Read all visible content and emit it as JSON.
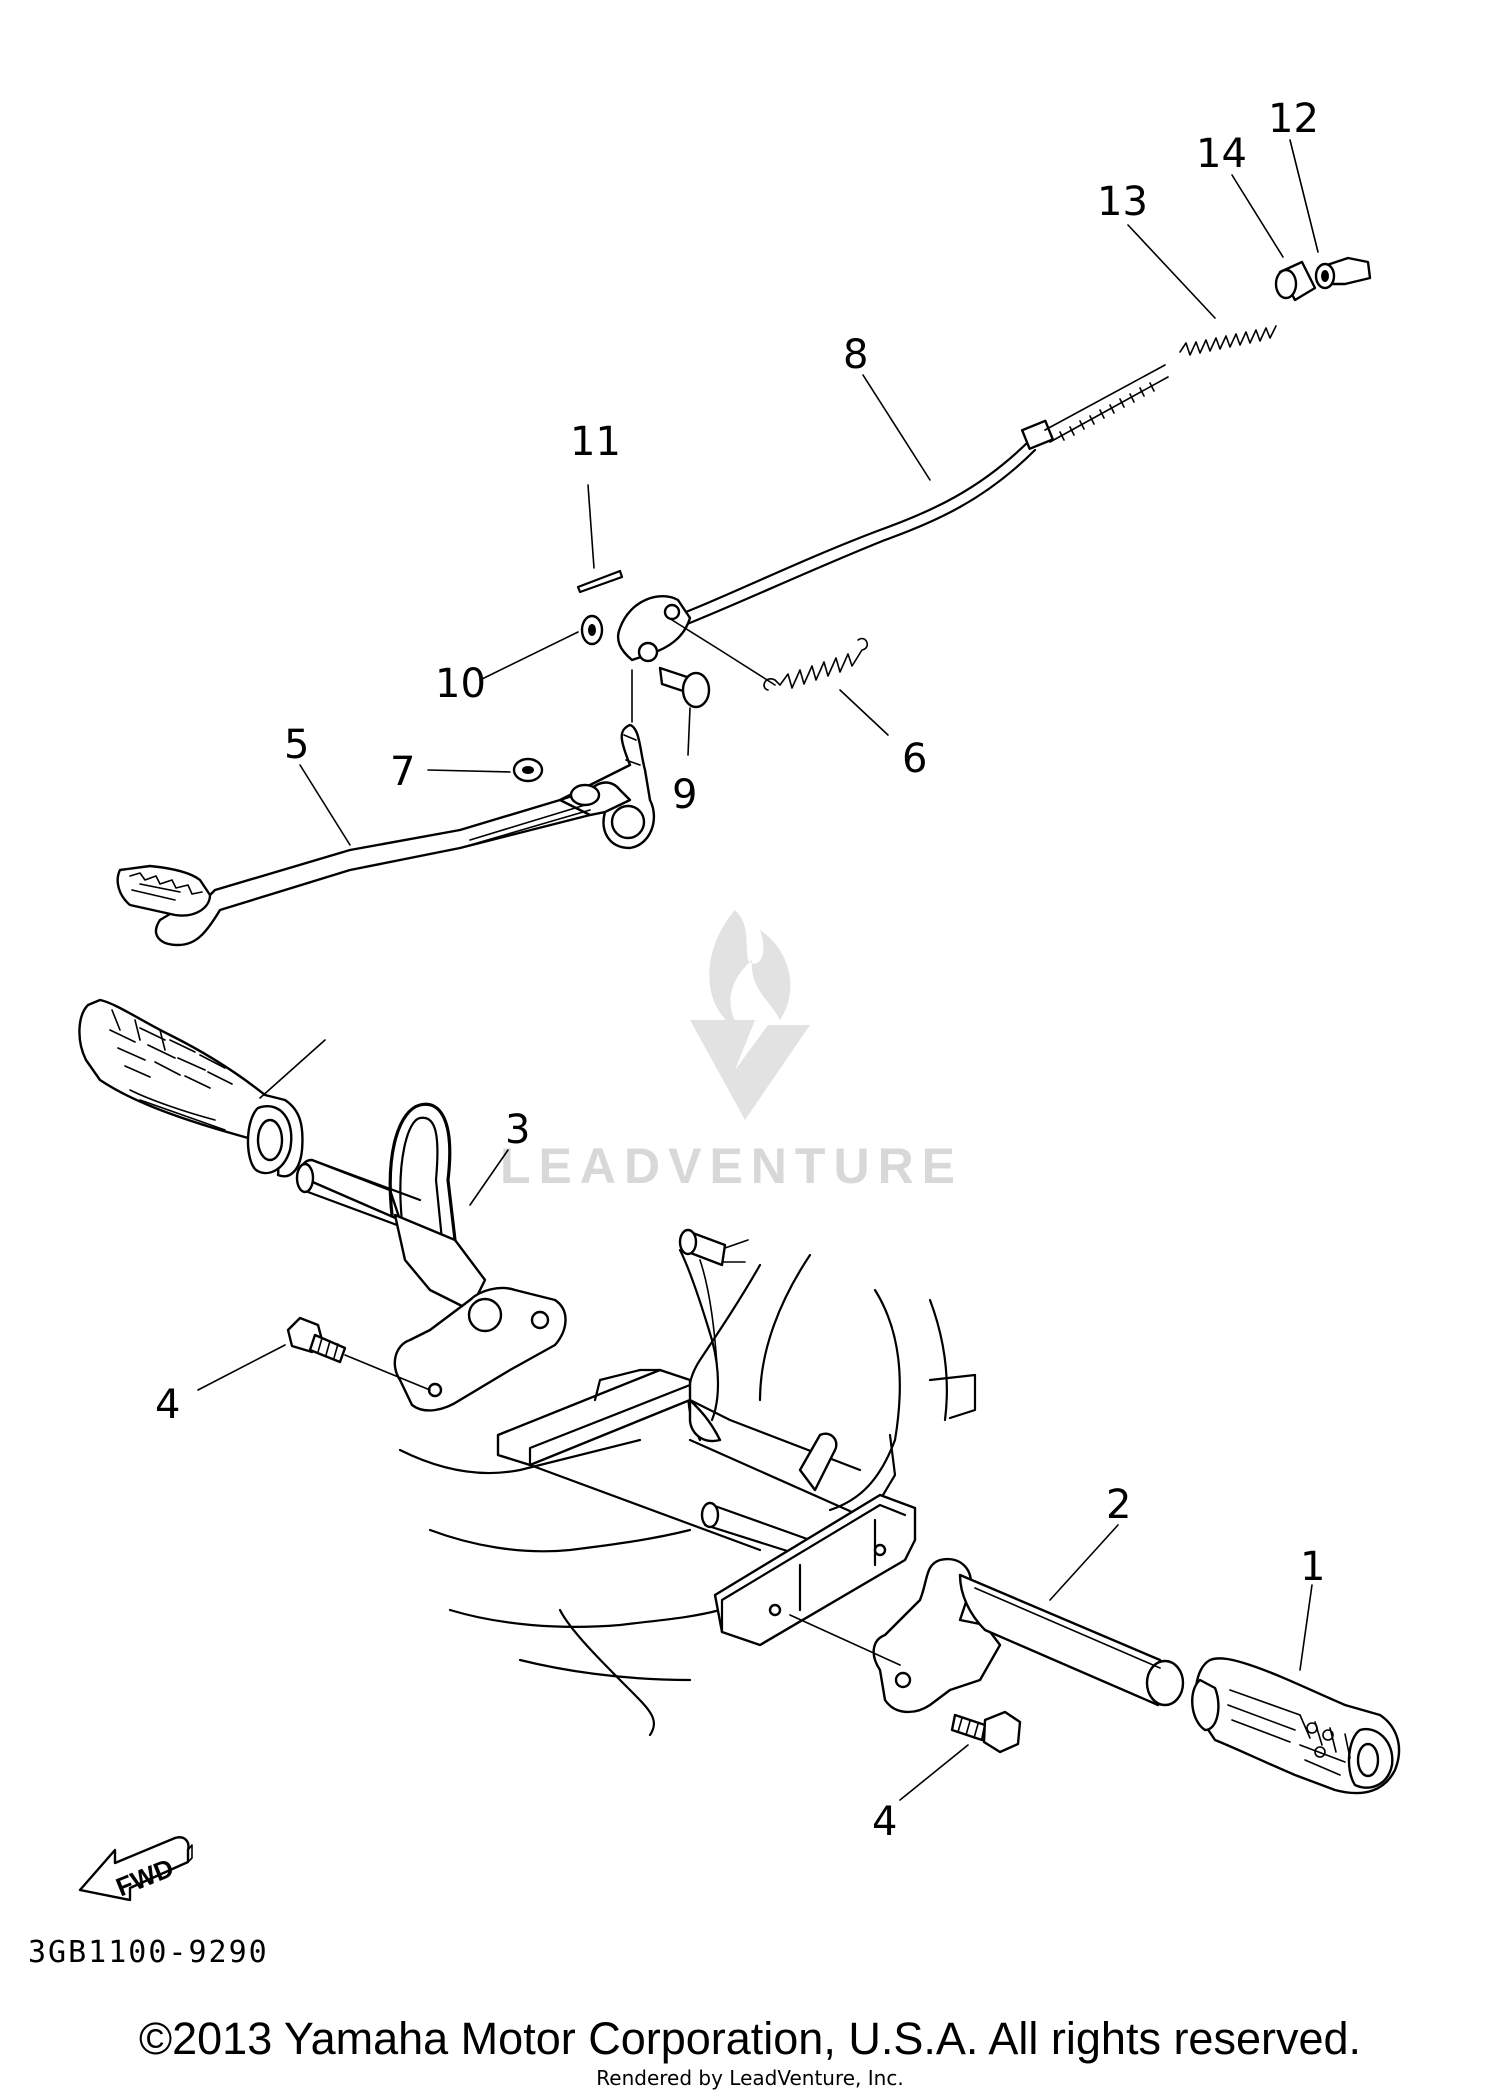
{
  "callouts": [
    {
      "id": "c1a",
      "label": "1"
    },
    {
      "id": "c1b",
      "label": "1"
    },
    {
      "id": "c2",
      "label": "2"
    },
    {
      "id": "c3",
      "label": "3"
    },
    {
      "id": "c4a",
      "label": "4"
    },
    {
      "id": "c4b",
      "label": "4"
    },
    {
      "id": "c5",
      "label": "5"
    },
    {
      "id": "c6",
      "label": "6"
    },
    {
      "id": "c7",
      "label": "7"
    },
    {
      "id": "c8",
      "label": "8"
    },
    {
      "id": "c9",
      "label": "9"
    },
    {
      "id": "c10",
      "label": "10"
    },
    {
      "id": "c11",
      "label": "11"
    },
    {
      "id": "c12",
      "label": "12"
    },
    {
      "id": "c13",
      "label": "13"
    },
    {
      "id": "c14",
      "label": "14"
    }
  ],
  "direction_label": "FWD",
  "diagram_code": "3GB1100-9290",
  "watermark_text": "LEADVENTURE",
  "copyright": "©2013 Yamaha Motor Corporation, U.S.A. All rights reserved.",
  "rendered_by": "Rendered by LeadVenture, Inc."
}
